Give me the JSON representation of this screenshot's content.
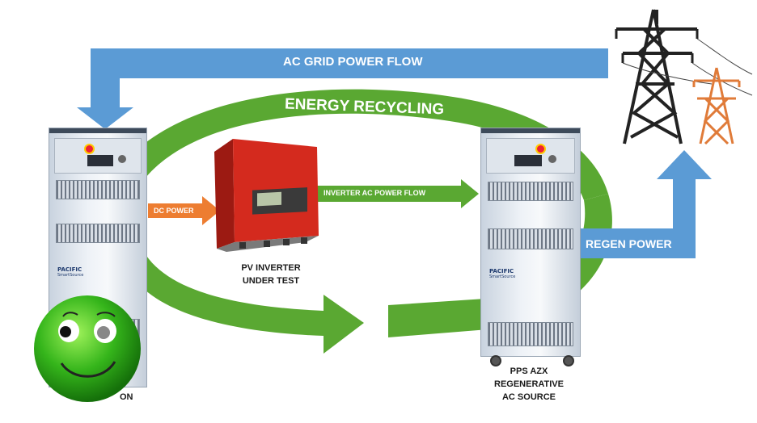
{
  "labels": {
    "ac_grid_power_flow": "AC GRID POWER FLOW",
    "energy_recycling": "ENERGY RECYCLING",
    "dc_power": "DC POWER",
    "inverter_ac_power_flow": "INVERTER AC POWER FLOW",
    "regen_power": "REGEN POWER",
    "pv_inverter_line1": "PV INVERTER",
    "pv_inverter_line2": "UNDER TEST",
    "source_line1": "PPS AZX",
    "source_line2": "REGENERATIVE",
    "source_line3": "AC SOURCE",
    "smiley_caption_fragment": "ON"
  },
  "brand": {
    "left_cabinet": "PACIFIC",
    "left_cabinet_sub": "SmartSource",
    "right_cabinet": "PACIFIC",
    "right_cabinet_sub": "SmartSource"
  },
  "icons": [
    "power-tower-black-icon",
    "power-tower-orange-icon",
    "smiley-face-icon",
    "pv-inverter-icon"
  ],
  "colors": {
    "blue_arrow": "#5b9bd5",
    "green_arrow": "#5aa832",
    "orange_arrow": "#ed7d31",
    "inverter_red": "#d42a1e",
    "tower_black": "#222222",
    "tower_orange": "#e07b39"
  }
}
